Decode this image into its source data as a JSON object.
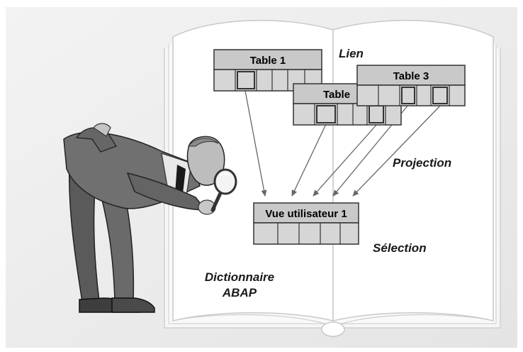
{
  "tables": {
    "table1": {
      "title": "Table 1"
    },
    "table2": {
      "title": "Table"
    },
    "table3": {
      "title": "Table 3"
    }
  },
  "view": {
    "title": "Vue utilisateur 1"
  },
  "labels": {
    "link": "Lien",
    "projection": "Projection",
    "selection": "Sélection",
    "dictionary_line1": "Dictionnaire",
    "dictionary_line2": "ABAP"
  },
  "colors": {
    "background": "#efefef",
    "page": "#ffffff",
    "header": "#c9c9c9",
    "cell": "#d6d6d6",
    "border": "#333333",
    "arrow": "#666666"
  }
}
